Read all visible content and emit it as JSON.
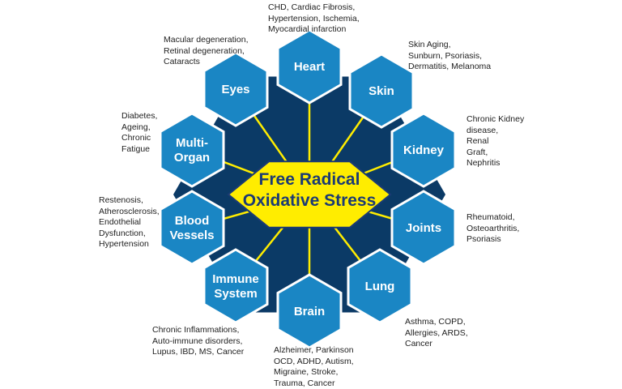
{
  "colors": {
    "background_hex": "#0b3a66",
    "organ_hex": "#1a86c4",
    "organ_border": "#ffffff",
    "center_fill": "#ffed00",
    "center_text": "#1b3a75",
    "connector": "#ffed00"
  },
  "center": {
    "line1": "Free Radical",
    "line2": "Oxidative Stress"
  },
  "organs": [
    {
      "id": "heart",
      "lines": [
        "Heart"
      ],
      "conditions": "CHD, Cardiac Fibrosis,\nHypertension, Ischemia,\nMyocardial infarction"
    },
    {
      "id": "skin",
      "lines": [
        "Skin"
      ],
      "conditions": "Skin Aging,\nSunburn, Psoriasis,\nDermatitis, Melanoma"
    },
    {
      "id": "kidney",
      "lines": [
        "Kidney"
      ],
      "conditions": "Chronic Kidney\ndisease,\nRenal\nGraft,\nNephritis"
    },
    {
      "id": "joints",
      "lines": [
        "Joints"
      ],
      "conditions": "Rheumatoid,\nOsteoarthritis,\nPsoriasis"
    },
    {
      "id": "lung",
      "lines": [
        "Lung"
      ],
      "conditions": "Asthma, COPD,\nAllergies, ARDS,\nCancer"
    },
    {
      "id": "brain",
      "lines": [
        "Brain"
      ],
      "conditions": "Alzheimer, Parkinson\nOCD, ADHD, Autism,\nMigraine, Stroke,\nTrauma, Cancer"
    },
    {
      "id": "immune-system",
      "lines": [
        "Immune",
        "System"
      ],
      "conditions": "Chronic Inflammations,\nAuto-immune disorders,\nLupus, IBD, MS, Cancer"
    },
    {
      "id": "blood-vessels",
      "lines": [
        "Blood",
        "Vessels"
      ],
      "conditions": "Restenosis,\nAtherosclerosis,\nEndothelial\nDysfunction,\nHypertension"
    },
    {
      "id": "multi-organ",
      "lines": [
        "Multi-",
        "Organ"
      ],
      "conditions": "Diabetes,\nAgeing,\nChronic\nFatigue"
    },
    {
      "id": "eyes",
      "lines": [
        "Eyes"
      ],
      "conditions": "Macular degeneration,\nRetinal degeneration,\nCataracts"
    }
  ]
}
